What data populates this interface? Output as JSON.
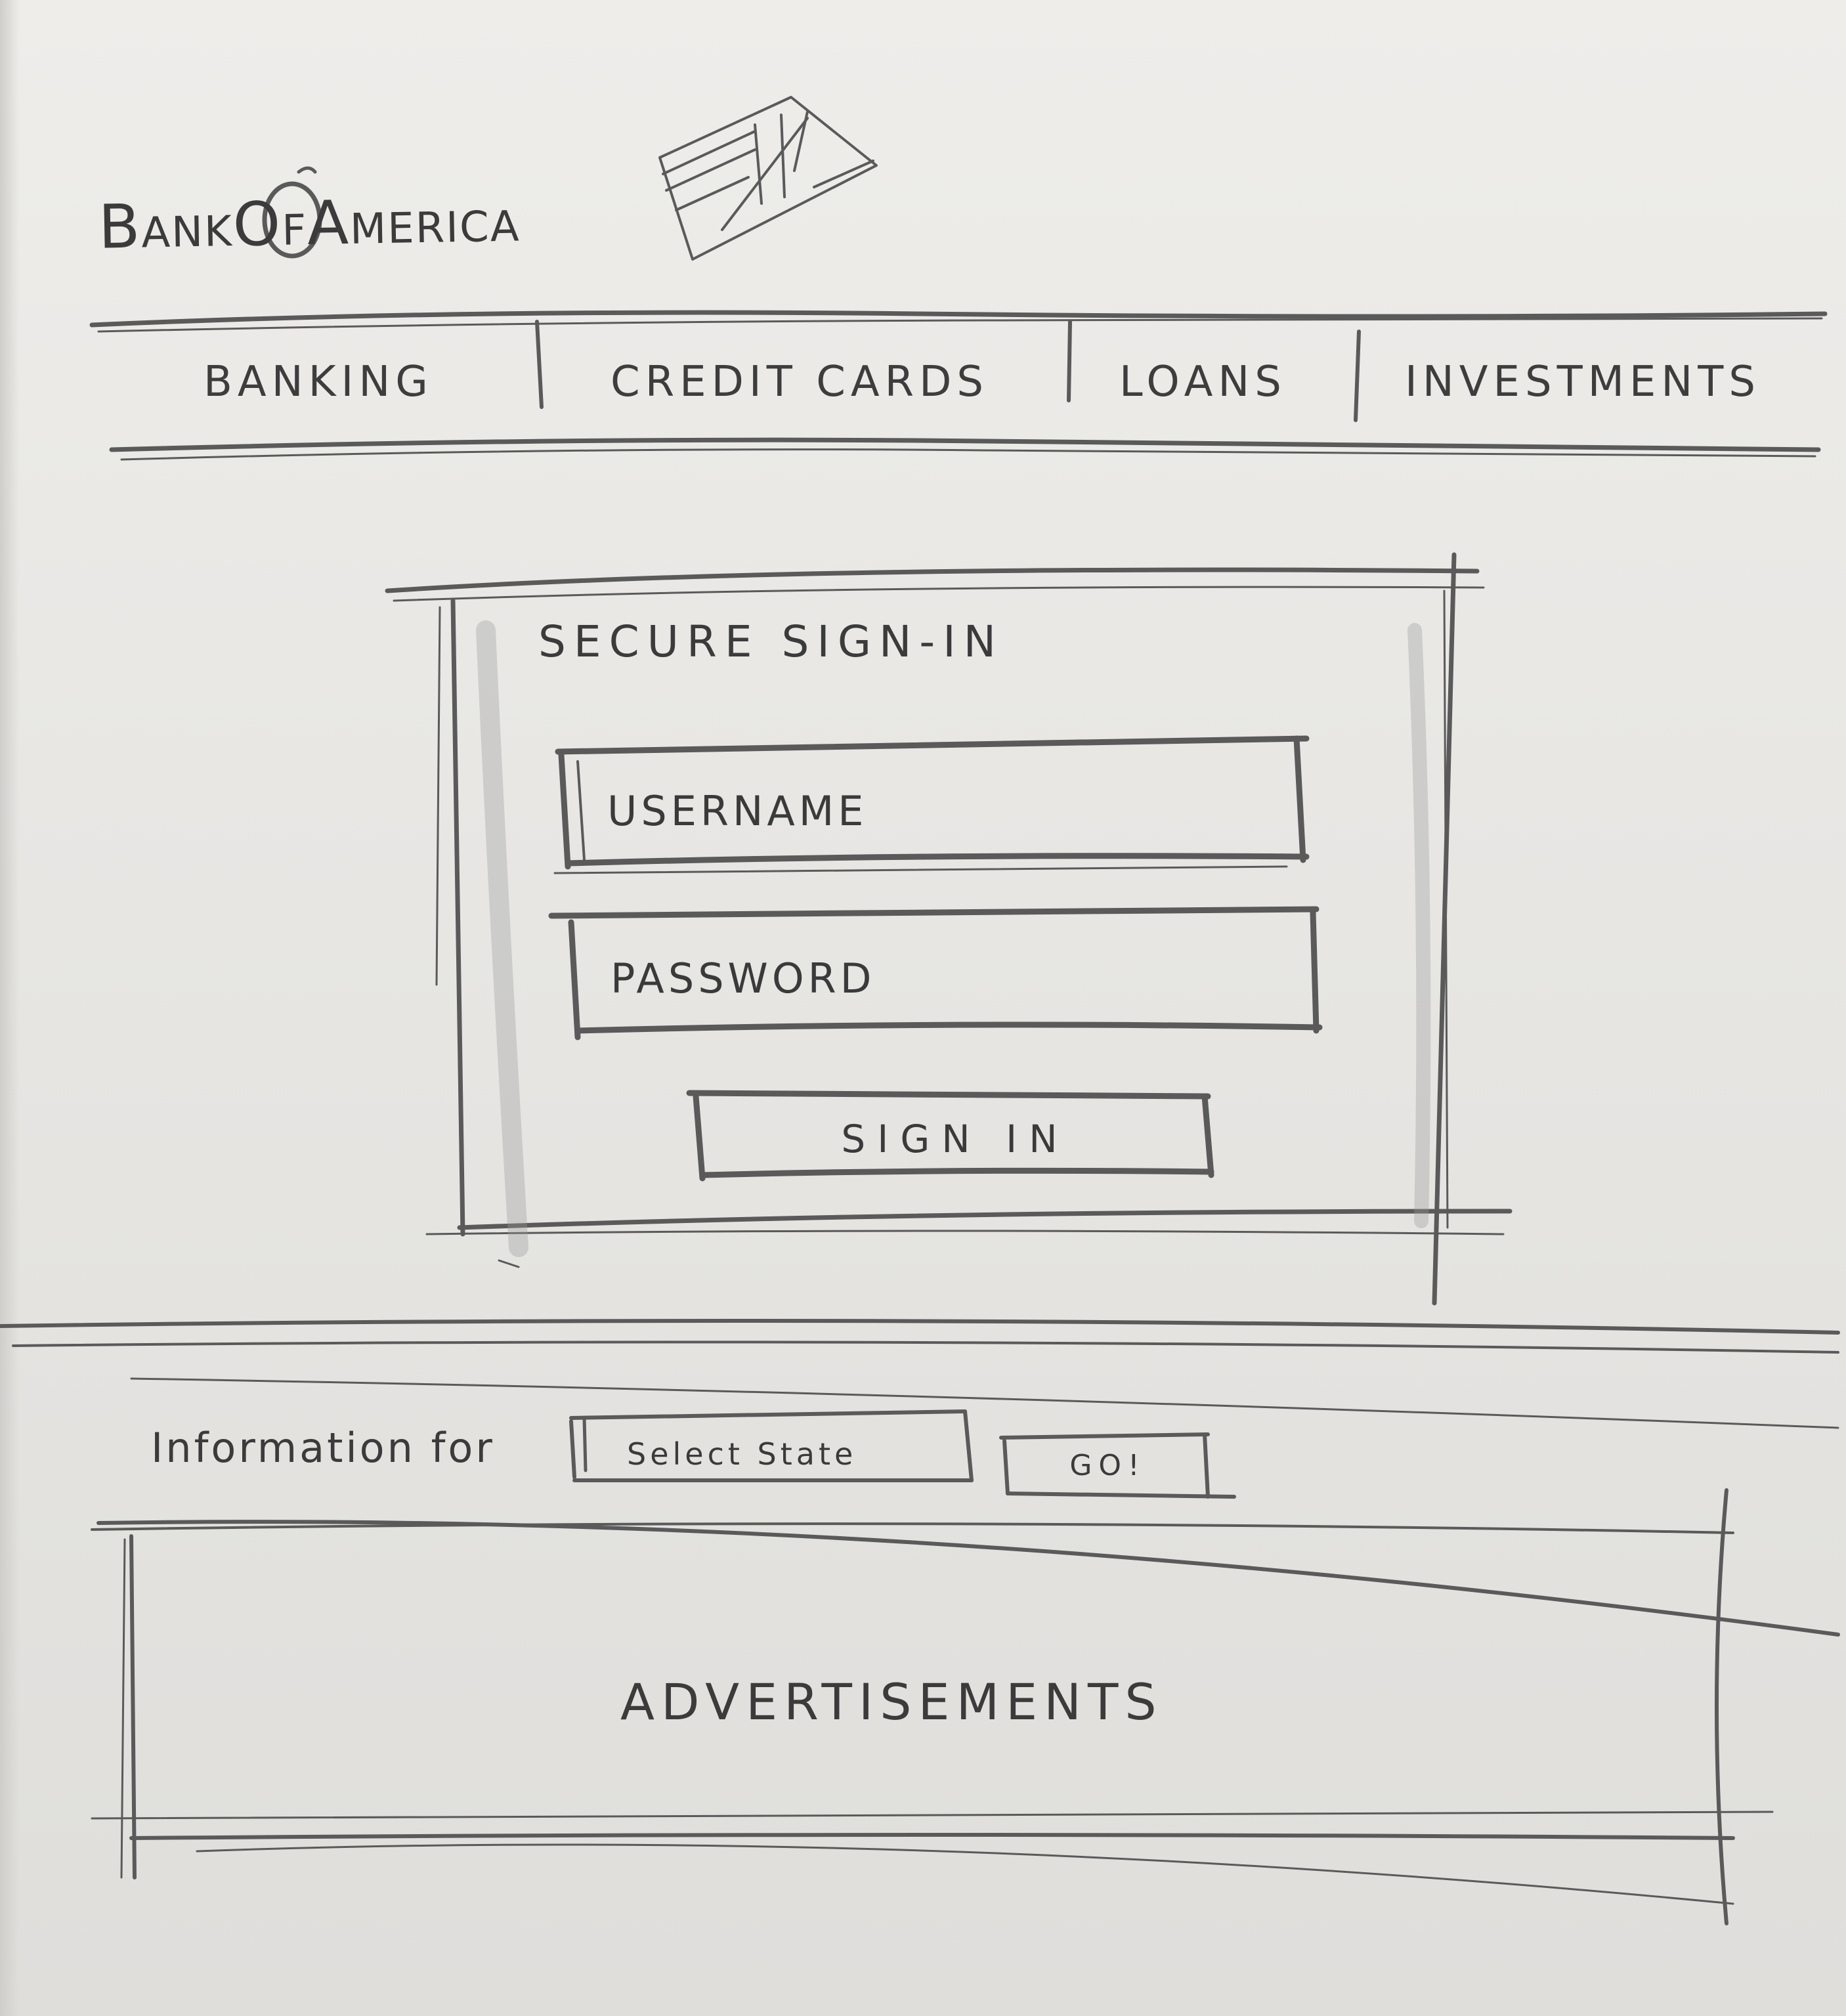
{
  "brand": {
    "name": "BankOfAmerica",
    "logo_icon": "flag-icon"
  },
  "nav": {
    "items": [
      {
        "label": "BANKING"
      },
      {
        "label": "CREDIT CARDS"
      },
      {
        "label": "LOANS"
      },
      {
        "label": "INVESTMENTS"
      }
    ]
  },
  "signin": {
    "title": "SECURE SIGN-IN",
    "username_placeholder": "USERNAME",
    "password_placeholder": "PASSWORD",
    "button_label": "SIGN IN"
  },
  "state_info": {
    "label": "Information for",
    "select_value": "Select State",
    "go_label": "GO!"
  },
  "ads": {
    "label": "ADVERTISEMENTS"
  }
}
